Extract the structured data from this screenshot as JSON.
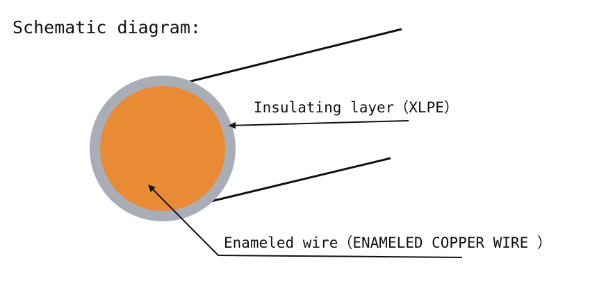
{
  "title": "Schematic diagram:",
  "labels": {
    "insulation": "Insulating layer（XLPE）",
    "conductor": "Enameled wire（ENAMELED COPPER WIRE ）"
  },
  "colors": {
    "insulation": "#A9ADB6",
    "conductor": "#E88B34",
    "lines": "#111111",
    "background": "#FFFFFF"
  }
}
